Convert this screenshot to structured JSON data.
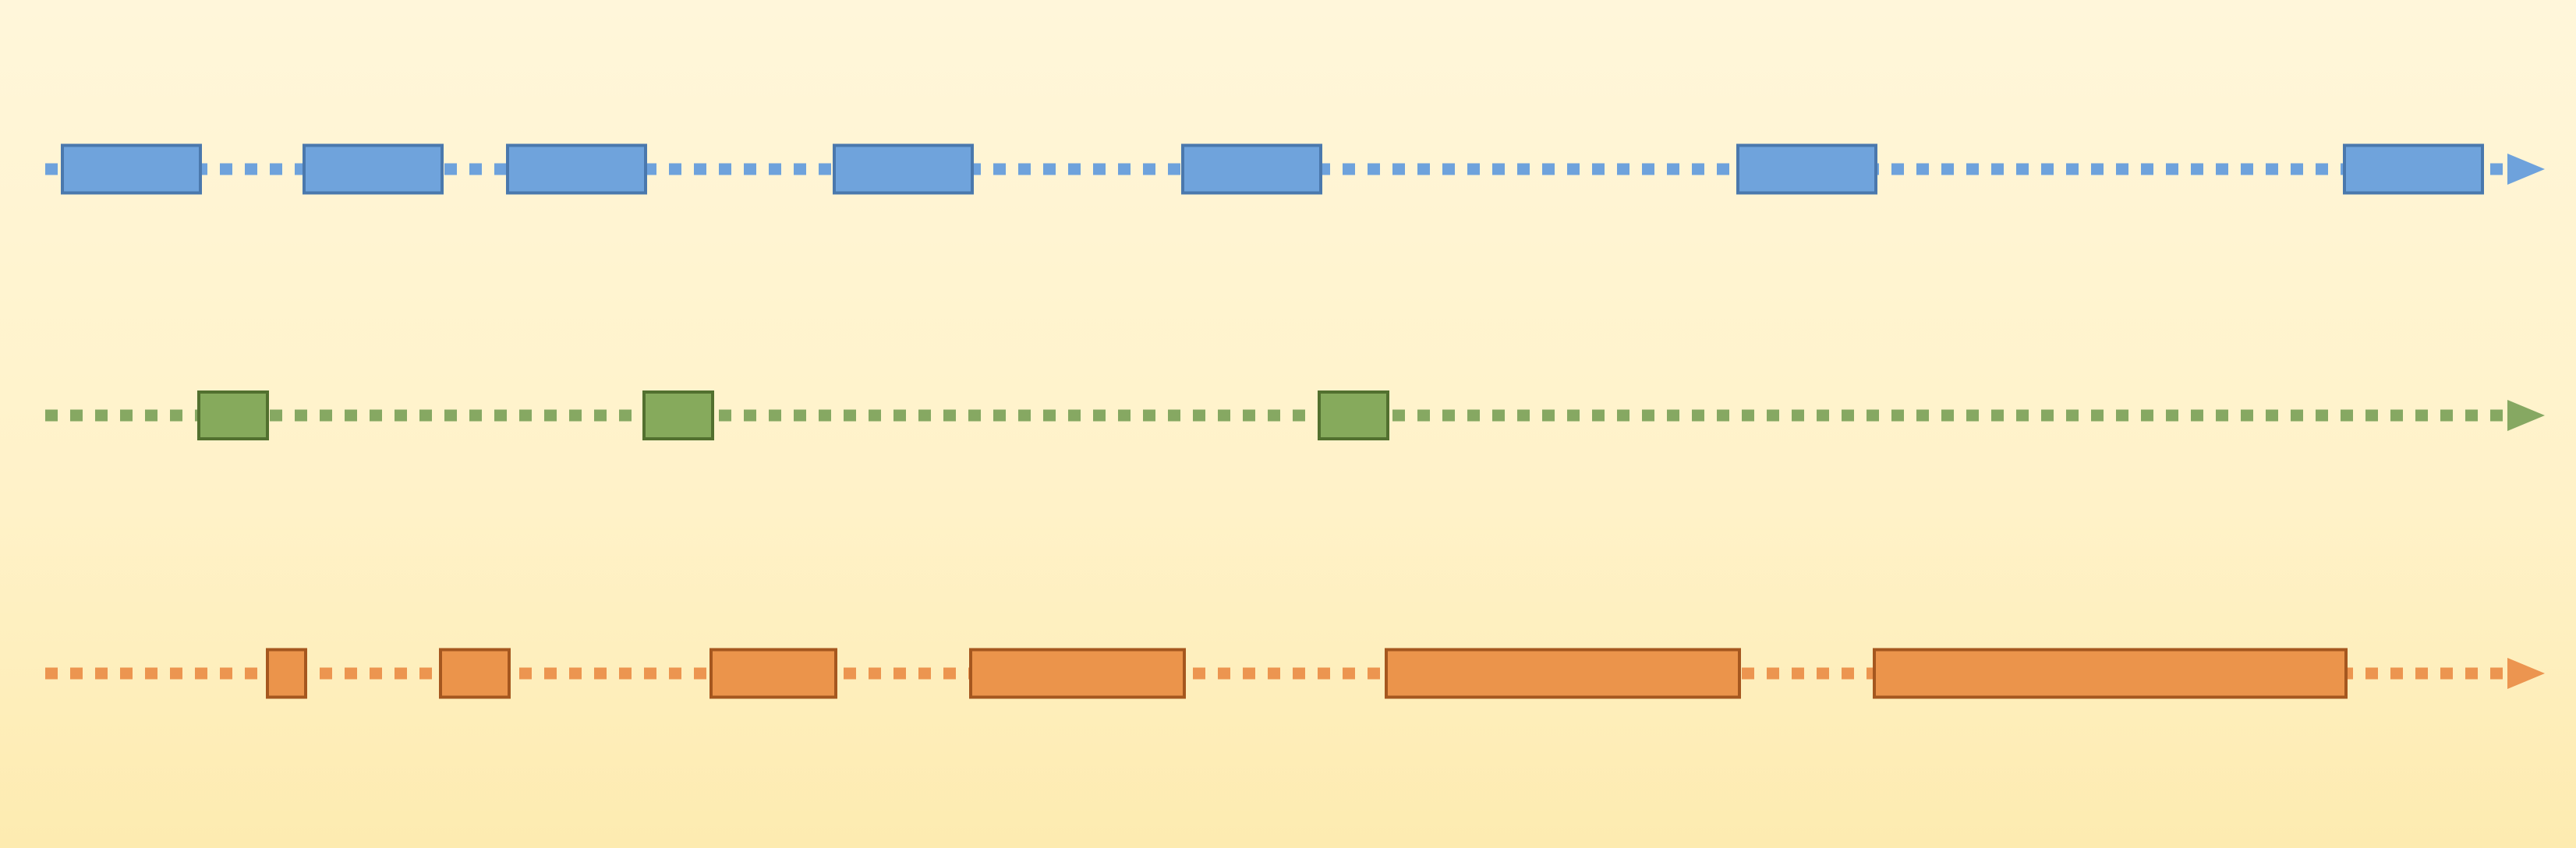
{
  "diagram": {
    "type": "timeline-tracks",
    "tracks": [
      {
        "id": "blue",
        "fill": "#6fa3dc",
        "stroke": "#4a78ad",
        "line": "#6ea2dc",
        "segment_count": 7
      },
      {
        "id": "green",
        "fill": "#86aa5c",
        "stroke": "#52702f",
        "line": "#86a862",
        "segment_count": 3
      },
      {
        "id": "orange",
        "fill": "#eb944b",
        "stroke": "#a5571f",
        "line": "#ec9550",
        "segment_count": 6
      }
    ]
  }
}
